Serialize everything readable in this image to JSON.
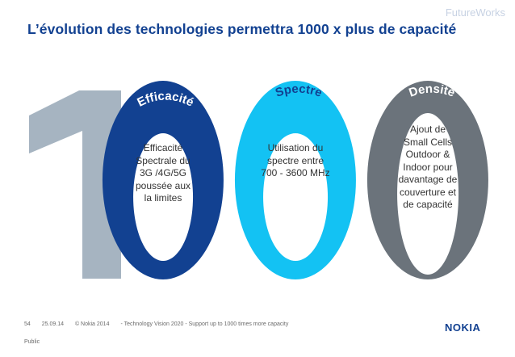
{
  "header": {
    "tag": "FutureWorks",
    "title": "L’évolution des technologies permettra 1000 x plus de capacité"
  },
  "graphic": {
    "arcs": [
      {
        "label": "Efficacité",
        "color": "#124191"
      },
      {
        "label": "Spectre",
        "color": "#13c2f3"
      },
      {
        "label": "Densité",
        "color": "#6b737b"
      }
    ],
    "one_color": "#a6b4c1",
    "descriptions": [
      [
        "Efficacité",
        "Spectrale du",
        "3G /4G/5G",
        "poussée aux",
        "la limites"
      ],
      [
        "Utilisation du",
        "spectre entre",
        "700 - 3600 MHz"
      ],
      [
        "Ajout de",
        "Small Cells",
        "Outdoor &",
        "Indoor pour",
        "davantage de",
        "couverture et",
        "de capacité"
      ]
    ]
  },
  "footer": {
    "page": "54",
    "date": "25.09.14",
    "copyright": "© Nokia 2014",
    "caption": "- Technology Vision 2020 - Support up to 1000 times more capacity",
    "classification": "Public",
    "logo": "NOKIA"
  }
}
